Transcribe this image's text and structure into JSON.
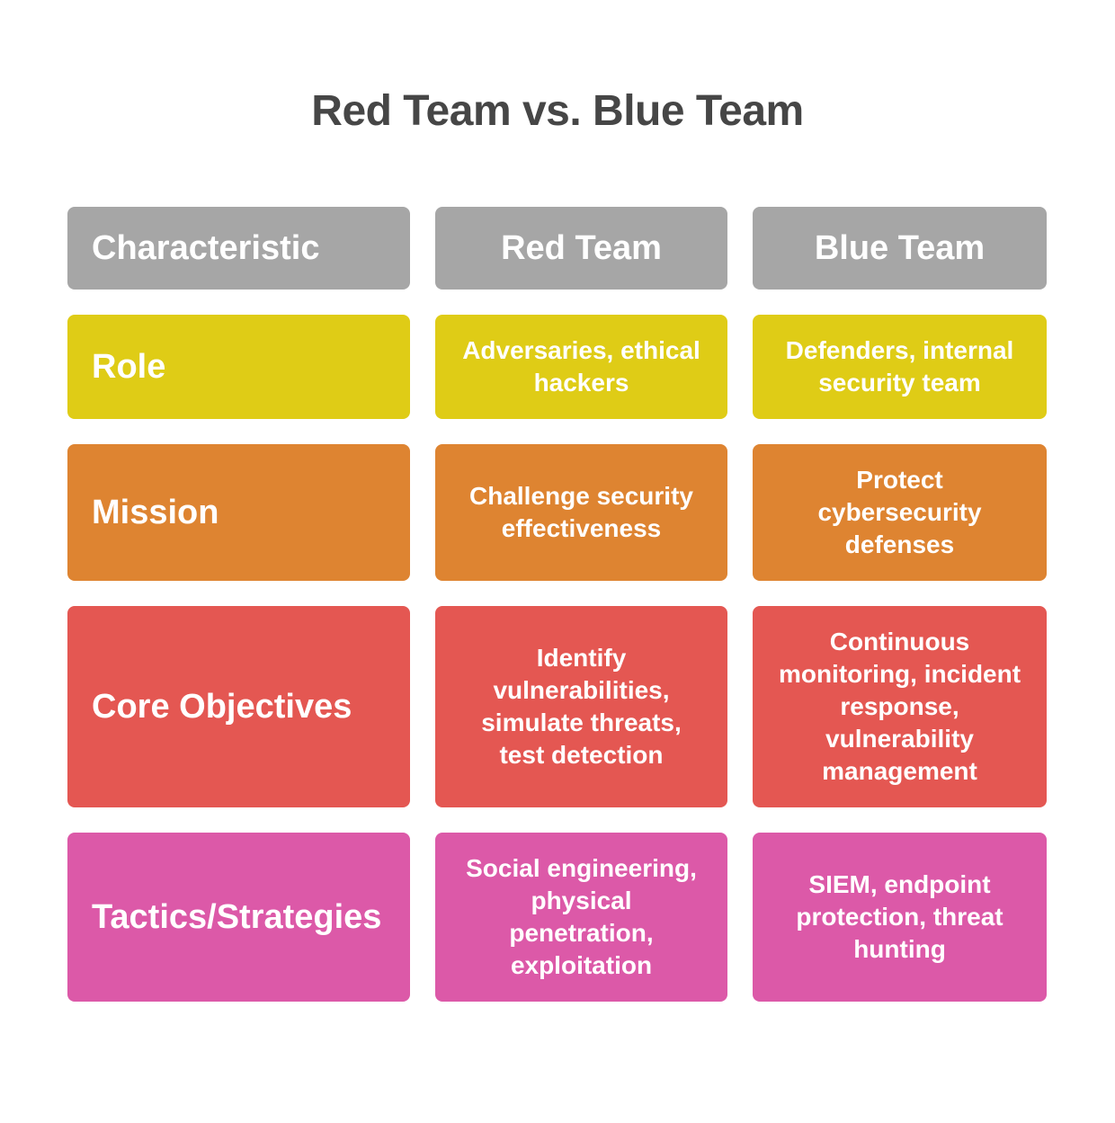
{
  "title": "Red Team vs. Blue Team",
  "colors": {
    "header": "#a6a6a6",
    "role": "#dfcc16",
    "mission": "#de8431",
    "core_objectives": "#e45752",
    "tactics": "#dc59a8",
    "text": "#ffffff",
    "title": "#464646"
  },
  "header": {
    "characteristic": "Characteristic",
    "red_team": "Red Team",
    "blue_team": "Blue Team"
  },
  "rows": [
    {
      "characteristic": "Role",
      "red_team": "Adversaries, ethical hackers",
      "blue_team": "Defenders, internal security team"
    },
    {
      "characteristic": "Mission",
      "red_team": "Challenge security effectiveness",
      "blue_team": "Protect cybersecurity defenses"
    },
    {
      "characteristic": "Core Objectives",
      "red_team": "Identify vulnerabilities, simulate threats, test detection",
      "blue_team": "Continuous monitoring, incident response, vulnerability management"
    },
    {
      "characteristic": "Tactics/Strategies",
      "red_team": "Social engineering, physical penetration, exploitation",
      "blue_team": "SIEM, endpoint protection, threat hunting"
    }
  ]
}
